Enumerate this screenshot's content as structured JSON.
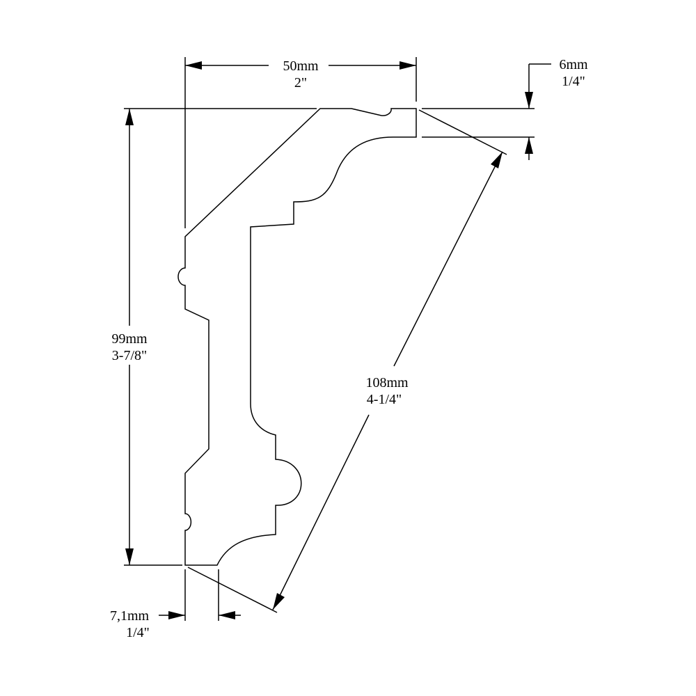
{
  "dimensions": {
    "top_width": {
      "metric": "50mm",
      "imperial": "2\""
    },
    "top_lip": {
      "metric": "6mm",
      "imperial": "1/4\""
    },
    "height": {
      "metric": "99mm",
      "imperial": "3-7/8\""
    },
    "diagonal": {
      "metric": "108mm",
      "imperial": "4-1/4\""
    },
    "bottom_lip": {
      "metric": "7,1mm",
      "imperial": "1/4\""
    }
  },
  "colors": {
    "line": "#000000",
    "background": "#ffffff"
  }
}
